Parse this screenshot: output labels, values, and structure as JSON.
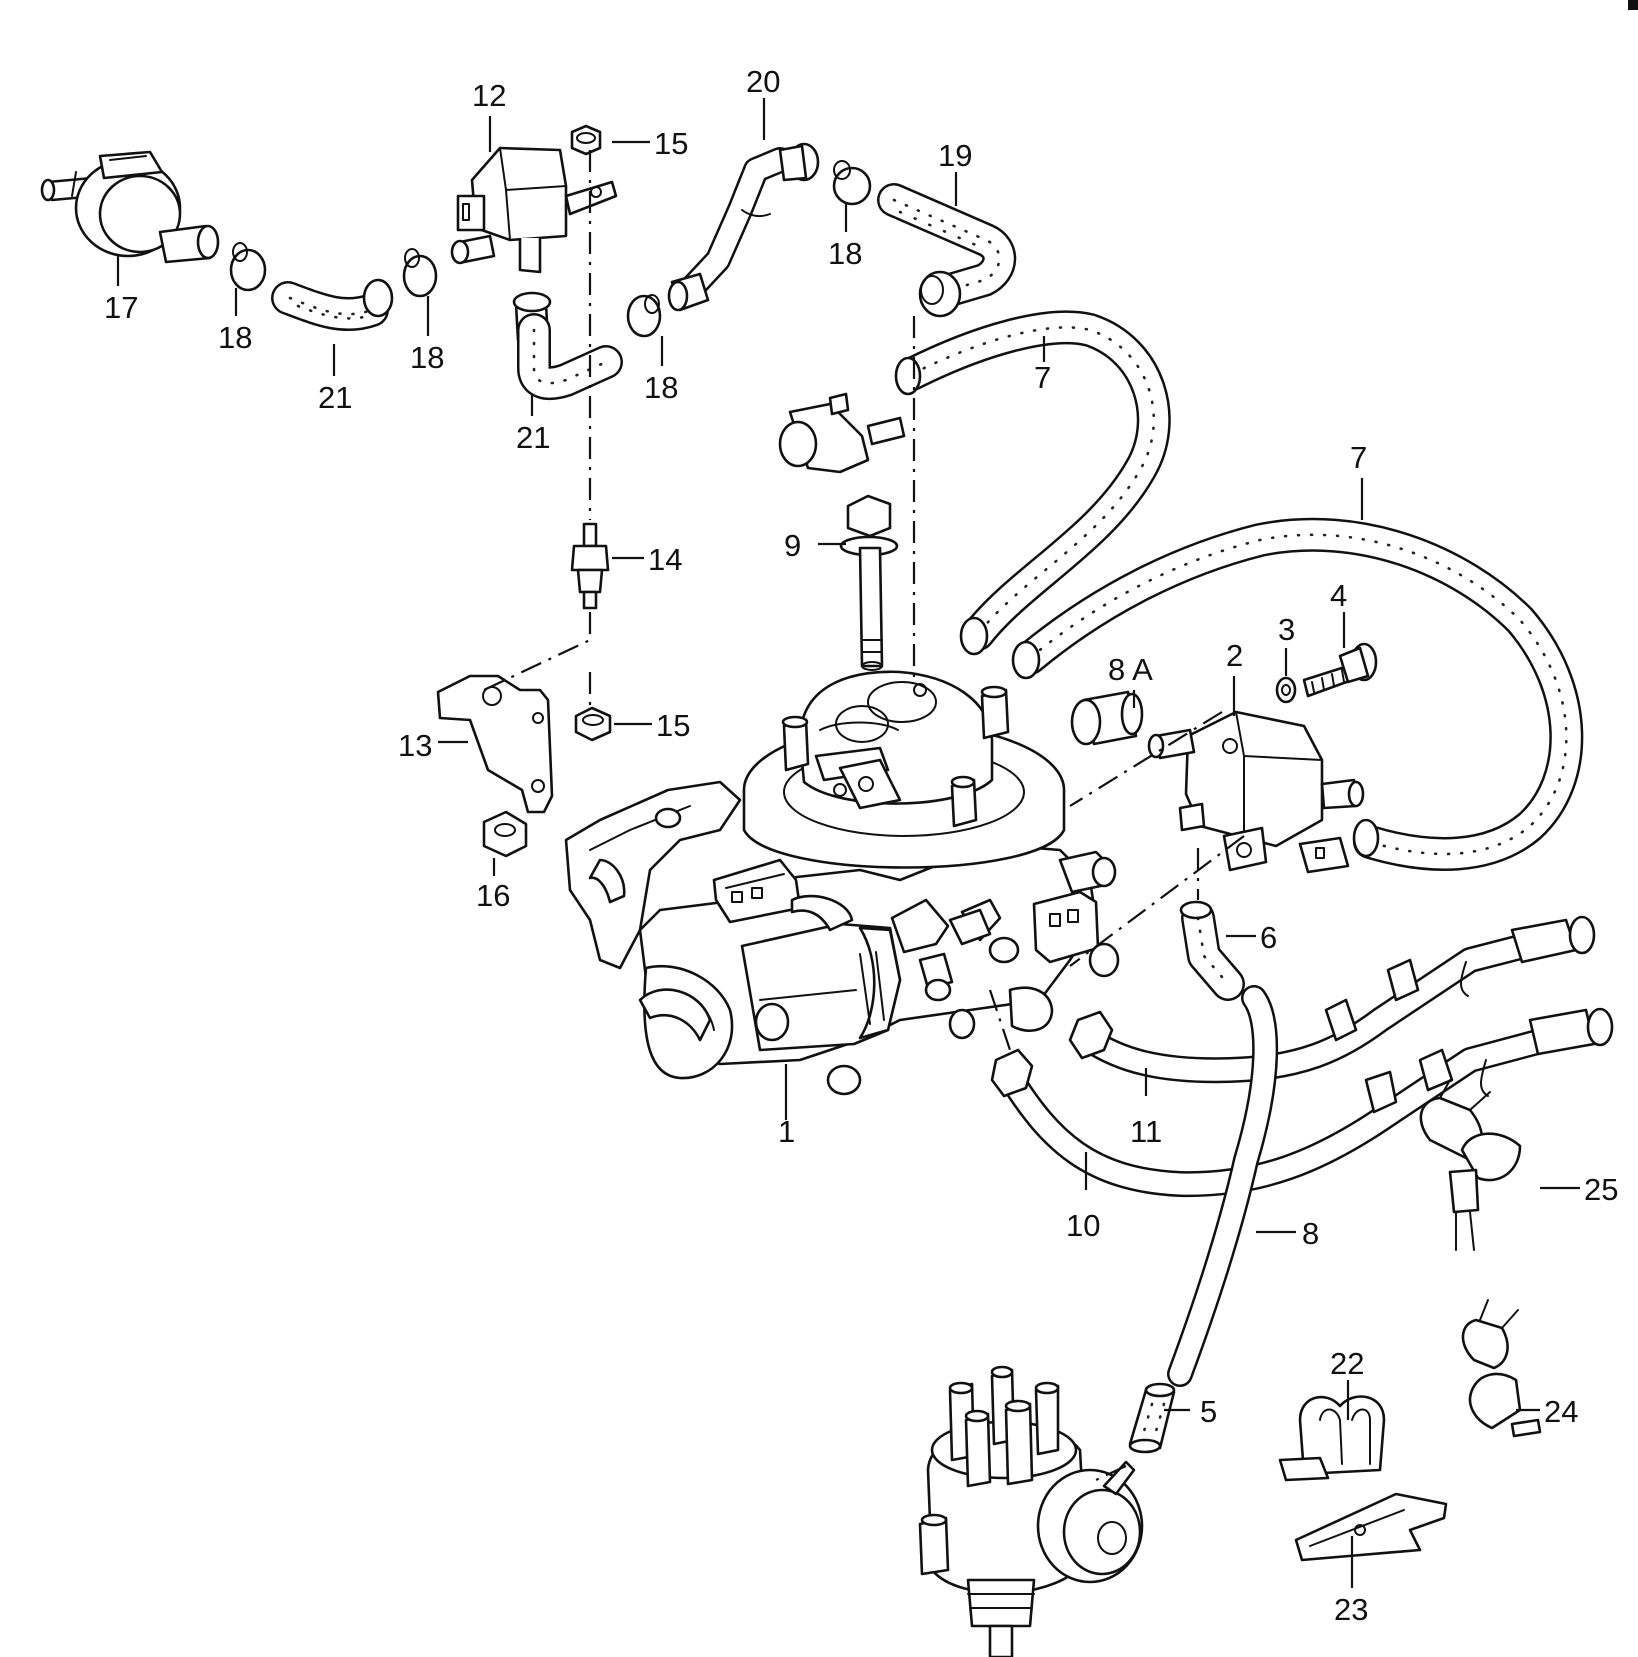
{
  "diagram": {
    "labels": {
      "l1": "1",
      "l2": "2",
      "l3": "3",
      "l4": "4",
      "l5": "5",
      "l6": "6",
      "l7a": "7",
      "l7b": "7",
      "l8": "8",
      "l8a": "8 A",
      "l9": "9",
      "l10": "10",
      "l11": "11",
      "l12": "12",
      "l13": "13",
      "l14": "14",
      "l15a": "15",
      "l15b": "15",
      "l16": "16",
      "l17": "17",
      "l18a": "18",
      "l18b": "18",
      "l18c": "18",
      "l18d": "18",
      "l19": "19",
      "l20": "20",
      "l21a": "21",
      "l21b": "21",
      "l22": "22",
      "l23": "23",
      "l24": "24",
      "l25": "25"
    }
  }
}
